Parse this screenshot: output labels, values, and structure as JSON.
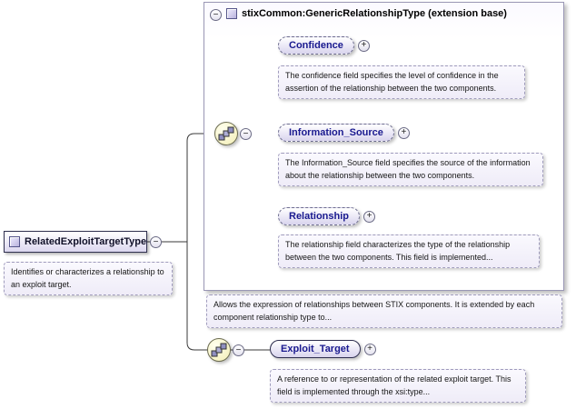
{
  "root": {
    "label": "RelatedExploitTargetType",
    "doc": "Identifies or characterizes a relationship to an exploit target."
  },
  "extension": {
    "title": "stixCommon:GenericRelationshipType (extension base)",
    "doc": "Allows the expression of relationships between STIX components. It is extended by each component relationship type to...",
    "children": [
      {
        "label": "Confidence",
        "doc": "The confidence field specifies the level of confidence in the assertion of the relationship between the two components."
      },
      {
        "label": "Information_Source",
        "doc": "The Information_Source field specifies the source of the information about the relationship between the two components."
      },
      {
        "label": "Relationship",
        "doc": "The relationship field characterizes the type of the relationship between the two components. This field is implemented..."
      }
    ]
  },
  "local": {
    "children": [
      {
        "label": "Exploit_Target",
        "doc": "A reference to or representation of the related exploit target. This field is implemented through the xsi:type..."
      }
    ]
  },
  "icons": {
    "collapse_glyph": "−",
    "expand_glyph": "+"
  },
  "colors": {
    "element_text": "#19198f",
    "element_fill": "#d9d4ee",
    "compositor_fill": "#f3eeb5",
    "doc_fill": "#efecf8"
  }
}
